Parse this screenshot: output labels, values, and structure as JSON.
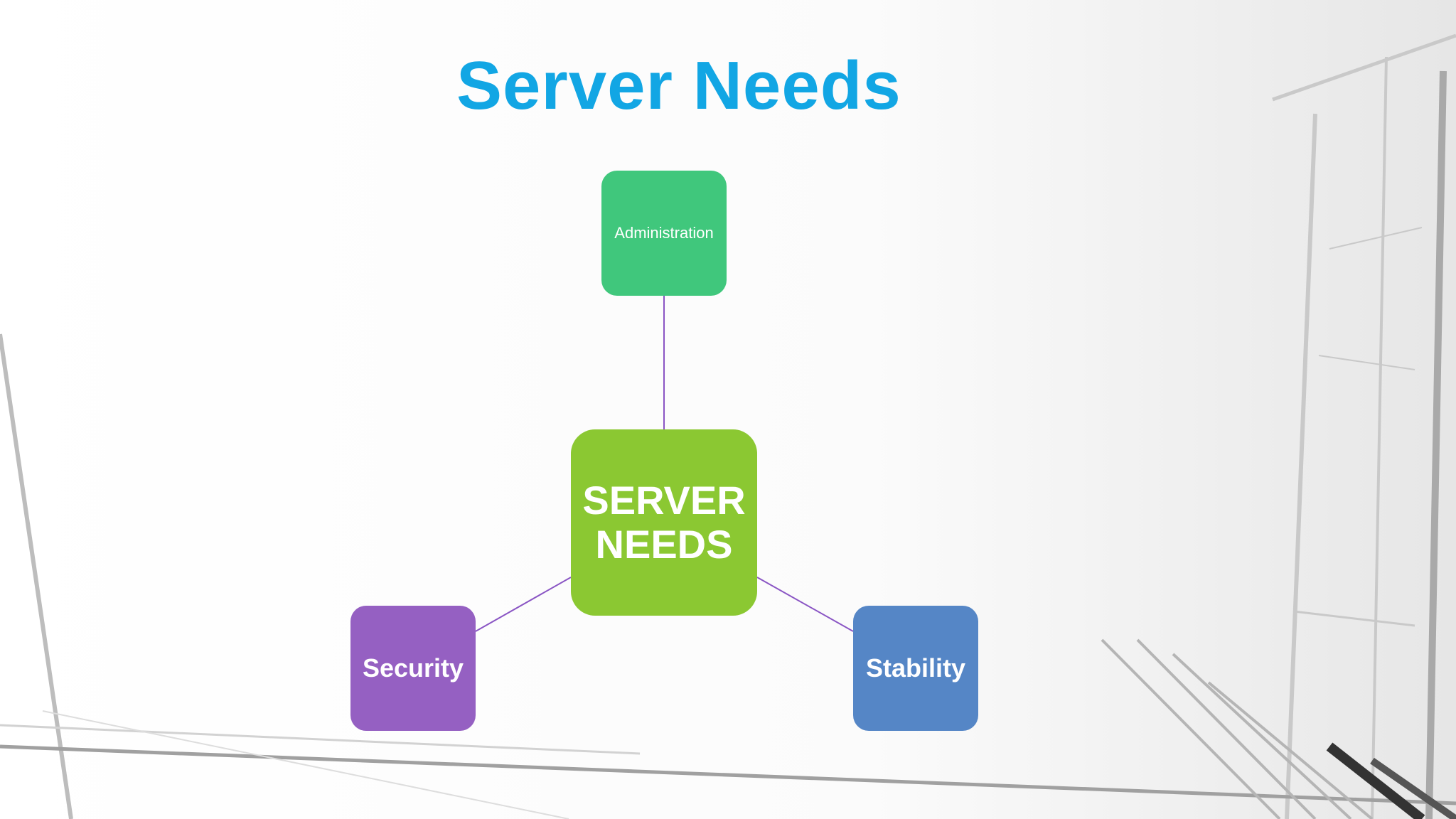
{
  "slide": {
    "title": "Server Needs"
  },
  "colors": {
    "title": "#12a6e4",
    "connector": "#8a55c4",
    "administration": "#40c77c",
    "center": "#8bc832",
    "security": "#9560c2",
    "stability": "#5586c6"
  },
  "diagram": {
    "center": {
      "label": "SERVER\nNEEDS"
    },
    "nodes": {
      "administration": {
        "label": "Administration"
      },
      "security": {
        "label": "Security"
      },
      "stability": {
        "label": "Stability"
      }
    }
  }
}
